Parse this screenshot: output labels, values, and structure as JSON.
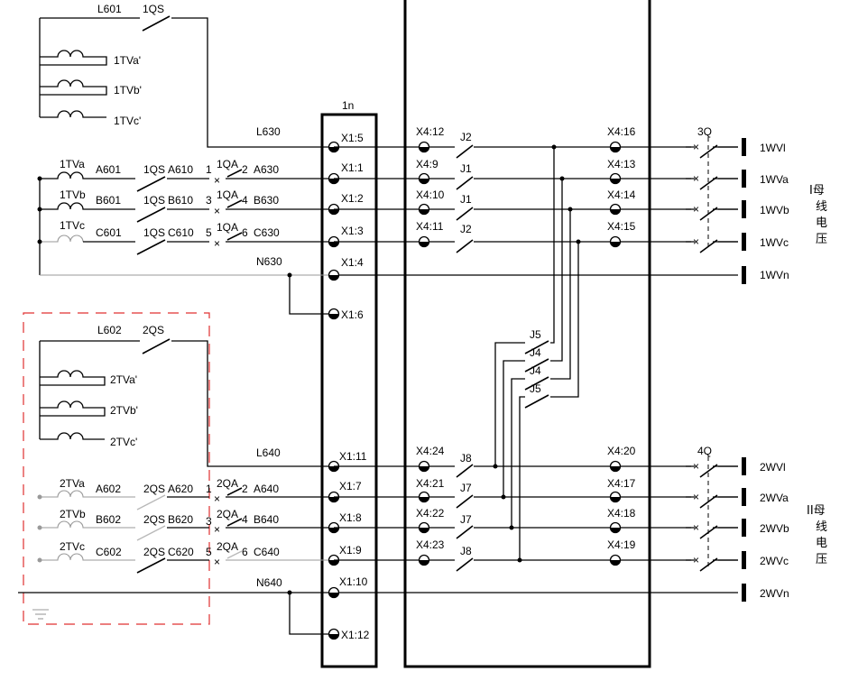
{
  "bus1": {
    "l_in": "L601",
    "sw_in": "1QS",
    "cores": [
      "1TVa'",
      "1TVb'",
      "1TVc'"
    ],
    "l_out": "L630",
    "phases": [
      {
        "tv": "1TVa",
        "a": "A601",
        "qs": "1QS",
        "b": "A610",
        "n1": "1",
        "qa": "1QA",
        "n2": "2",
        "c": "A630"
      },
      {
        "tv": "1TVb",
        "a": "B601",
        "qs": "1QS",
        "b": "B610",
        "n1": "3",
        "qa": "1QA",
        "n2": "4",
        "c": "B630"
      },
      {
        "tv": "1TVc",
        "a": "C601",
        "qs": "1QS",
        "b": "C610",
        "n1": "5",
        "qa": "1QA",
        "n2": "6",
        "c": "C630"
      }
    ],
    "neutral": "N630"
  },
  "bus2": {
    "l_in": "L602",
    "sw_in": "2QS",
    "cores": [
      "2TVa'",
      "2TVb'",
      "2TVc'"
    ],
    "l_out": "L640",
    "phases": [
      {
        "tv": "2TVa",
        "a": "A602",
        "qs": "2QS",
        "b": "A620",
        "n1": "1",
        "qa": "2QA",
        "n2": "2",
        "c": "A640"
      },
      {
        "tv": "2TVb",
        "a": "B602",
        "qs": "2QS",
        "b": "B620",
        "n1": "3",
        "qa": "2QA",
        "n2": "4",
        "c": "B640"
      },
      {
        "tv": "2TVc",
        "a": "C602",
        "qs": "2QS",
        "b": "C620",
        "n1": "5",
        "qa": "2QA",
        "n2": "6",
        "c": "C640"
      }
    ],
    "neutral": "N640"
  },
  "device_label": "1n",
  "terminals": {
    "x1_top": [
      "X1:5",
      "X1:1",
      "X1:2",
      "X1:3",
      "X1:4",
      "X1:6"
    ],
    "x1_bot": [
      "X1:11",
      "X1:7",
      "X1:8",
      "X1:9",
      "X1:10",
      "X1:12"
    ],
    "x4_in_top": [
      "X4:12",
      "X4:9",
      "X4:10",
      "X4:11"
    ],
    "x4_in_bot": [
      "X4:24",
      "X4:21",
      "X4:22",
      "X4:23"
    ],
    "x4_out_top": [
      "X4:16",
      "X4:13",
      "X4:14",
      "X4:15"
    ],
    "x4_out_bot": [
      "X4:20",
      "X4:17",
      "X4:18",
      "X4:19"
    ]
  },
  "relays_top": [
    "J2",
    "J1",
    "J1",
    "J2"
  ],
  "relays_bot": [
    "J8",
    "J7",
    "J7",
    "J8"
  ],
  "relays_mid": [
    "J5",
    "J4",
    "J4",
    "J5"
  ],
  "breakers": [
    "3Q",
    "4Q"
  ],
  "outputs_top": [
    "1WVl",
    "1WVa",
    "1WVb",
    "1WVc",
    "1WVn"
  ],
  "outputs_bot": [
    "2WVl",
    "2WVa",
    "2WVb",
    "2WVc",
    "2WVn"
  ],
  "side_labels": {
    "top": [
      "I母",
      "线",
      "电",
      "压"
    ],
    "bottom": [
      "II母",
      "线",
      "电",
      "压"
    ]
  }
}
